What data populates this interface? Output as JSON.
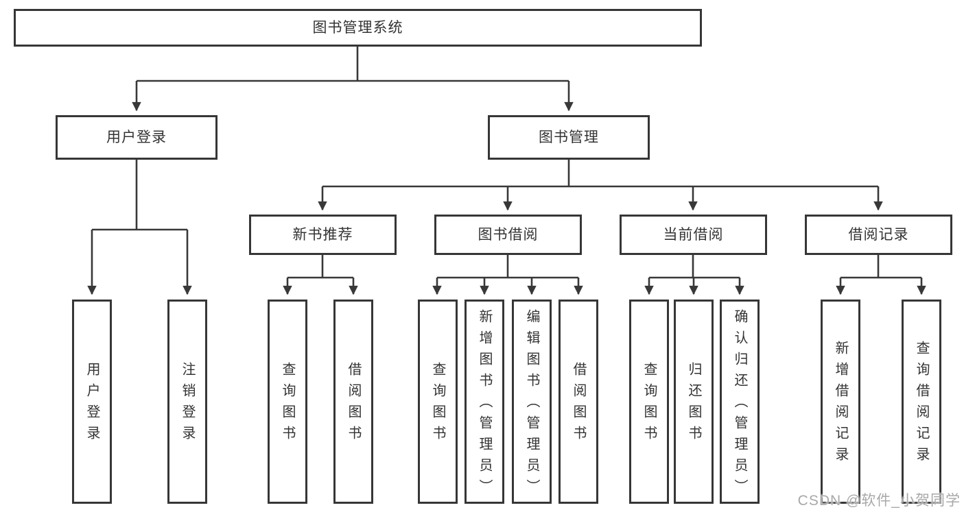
{
  "diagram": {
    "root": {
      "label": "图书管理系统"
    },
    "user_login": {
      "label": "用户登录",
      "children": [
        "用户登录",
        "注销登录"
      ]
    },
    "book_management": {
      "label": "图书管理",
      "children": [
        {
          "label": "新书推荐",
          "children": [
            "查询图书",
            "借阅图书"
          ]
        },
        {
          "label": "图书借阅",
          "children": [
            "查询图书",
            "新增图书（管理员）",
            "编辑图书（管理员）",
            "借阅图书"
          ]
        },
        {
          "label": "当前借阅",
          "children": [
            "查询图书",
            "归还图书",
            "确认归还（管理员）"
          ]
        },
        {
          "label": "借阅记录",
          "children": [
            "新增借阅记录",
            "查询借阅记录"
          ]
        }
      ]
    }
  },
  "watermark": {
    "text": "CSDN @软件_小贺同学"
  },
  "colors": {
    "line": "#383838",
    "box_border": "#363636",
    "box_background": "#ffffff",
    "text": "#333333",
    "watermark": "#a8a8a8"
  }
}
